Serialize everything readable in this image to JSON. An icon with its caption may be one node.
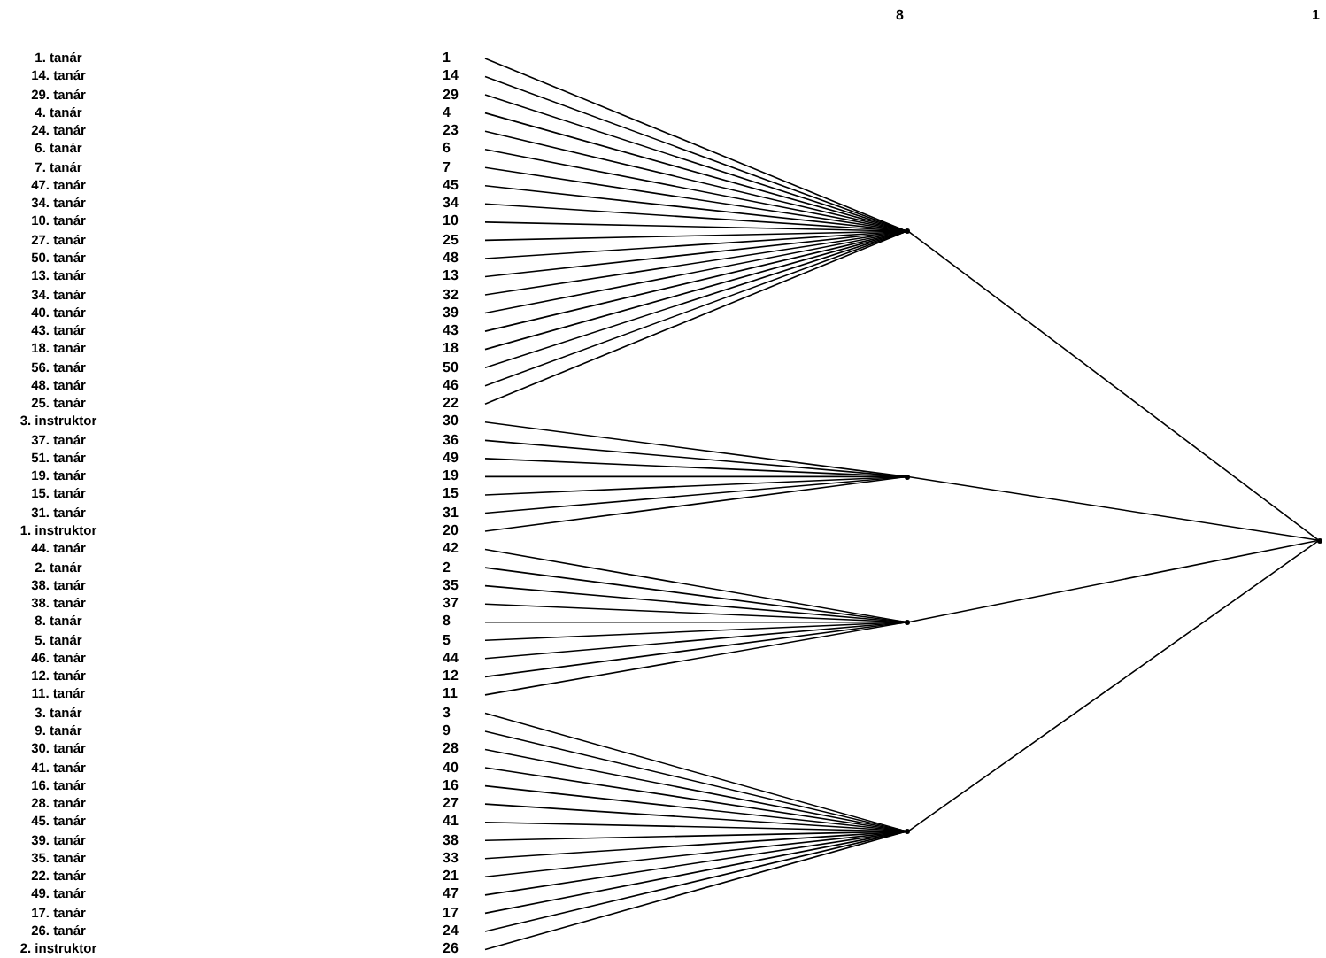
{
  "diagram": {
    "nodes": [
      {
        "text": [
          "1"
        ]
      },
      {
        "text": [
          "14"
        ]
      },
      {
        "text": [
          "29"
        ]
      },
      {
        "text": [
          "4"
        ]
      },
      {
        "text": [
          "23"
        ]
      },
      {
        "text": [
          "6"
        ]
      },
      {
        "text": [
          "7"
        ]
      },
      {
        "text": [
          "45"
        ]
      },
      {
        "text": [
          "34"
        ]
      },
      {
        "text": [
          "10"
        ]
      },
      {
        "text": [
          "25"
        ]
      },
      {
        "text": [
          "48"
        ]
      },
      {
        "text": [
          "13"
        ]
      },
      {
        "text": [
          "32"
        ]
      },
      {
        "text": [
          "39"
        ]
      },
      {
        "text": [
          "43"
        ]
      },
      {
        "text": [
          "18"
        ]
      },
      {
        "text": [
          "50"
        ]
      },
      {
        "text": [
          "46"
        ]
      },
      {
        "text": [
          "22"
        ]
      },
      {
        "text": [
          "30"
        ]
      },
      {
        "text": [
          "36"
        ]
      },
      {
        "text": [
          "49"
        ]
      },
      {
        "text": [
          "19"
        ]
      },
      {
        "text": [
          "15"
        ]
      },
      {
        "text": [
          "31"
        ]
      },
      {
        "text": [
          "20"
        ]
      },
      {
        "text": [
          "42"
        ]
      },
      {
        "text": [
          "2"
        ]
      },
      {
        "text": [
          "35"
        ]
      },
      {
        "text": [
          "37"
        ]
      },
      {
        "text": [
          "8"
        ]
      },
      {
        "text": [
          "5"
        ]
      },
      {
        "text": [
          "44"
        ]
      },
      {
        "text": [
          "12"
        ]
      },
      {
        "text": [
          "11"
        ]
      },
      {
        "text": [
          "3"
        ]
      },
      {
        "text": [
          "9"
        ]
      },
      {
        "text": [
          "28"
        ]
      },
      {
        "text": [
          "40"
        ]
      },
      {
        "text": [
          "16"
        ]
      },
      {
        "text": [
          "27"
        ]
      },
      {
        "text": [
          "41"
        ]
      },
      {
        "text": [
          "38"
        ]
      },
      {
        "text": [
          "33"
        ]
      },
      {
        "text": [
          "21"
        ]
      },
      {
        "text": [
          "47"
        ]
      },
      {
        "text": [
          "17"
        ]
      },
      {
        "text": [
          "24"
        ]
      },
      {
        "text": [
          "26"
        ]
      },
      {
        "text": [],
        "shape": "dot"
      },
      {
        "text": [],
        "shape": "dot"
      },
      {
        "text": [],
        "shape": "dot"
      },
      {
        "text": [],
        "shape": "dot"
      },
      {
        "text": [],
        "shape": "dot"
      }
    ],
    "edges": [
      {
        "from": 0,
        "to": 50,
        "arrow": "none"
      },
      {
        "from": 1,
        "to": 50,
        "arrow": "none"
      },
      {
        "from": 2,
        "to": 50,
        "arrow": "none"
      },
      {
        "from": 3,
        "to": 50,
        "arrow": "none"
      },
      {
        "from": 4,
        "to": 50,
        "arrow": "none"
      },
      {
        "from": 5,
        "to": 50,
        "arrow": "none"
      },
      {
        "from": 6,
        "to": 50,
        "arrow": "none"
      },
      {
        "from": 7,
        "to": 50,
        "arrow": "none"
      },
      {
        "from": 8,
        "to": 50,
        "arrow": "none"
      },
      {
        "from": 9,
        "to": 50,
        "arrow": "none"
      },
      {
        "from": 10,
        "to": 50,
        "arrow": "none"
      },
      {
        "from": 11,
        "to": 50,
        "arrow": "none"
      },
      {
        "from": 12,
        "to": 50,
        "arrow": "none"
      },
      {
        "from": 13,
        "to": 50,
        "arrow": "none"
      },
      {
        "from": 14,
        "to": 50,
        "arrow": "none"
      },
      {
        "from": 15,
        "to": 50,
        "arrow": "none"
      },
      {
        "from": 16,
        "to": 50,
        "arrow": "none"
      },
      {
        "from": 17,
        "to": 50,
        "arrow": "none"
      },
      {
        "from": 18,
        "to": 50,
        "arrow": "none"
      },
      {
        "from": 19,
        "to": 50,
        "arrow": "none"
      },
      {
        "from": 20,
        "to": 51,
        "arrow": "none"
      },
      {
        "from": 21,
        "to": 51,
        "arrow": "none"
      },
      {
        "from": 22,
        "to": 51,
        "arrow": "none"
      },
      {
        "from": 23,
        "to": 51,
        "arrow": "none"
      },
      {
        "from": 24,
        "to": 51,
        "arrow": "none"
      },
      {
        "from": 25,
        "to": 51,
        "arrow": "none"
      },
      {
        "from": 26,
        "to": 51,
        "arrow": "none"
      },
      {
        "from": 27,
        "to": 52,
        "arrow": "none"
      },
      {
        "from": 28,
        "to": 52,
        "arrow": "none"
      },
      {
        "from": 29,
        "to": 52,
        "arrow": "none"
      },
      {
        "from": 30,
        "to": 52,
        "arrow": "none"
      },
      {
        "from": 31,
        "to": 52,
        "arrow": "none"
      },
      {
        "from": 32,
        "to": 52,
        "arrow": "none"
      },
      {
        "from": 33,
        "to": 52,
        "arrow": "none"
      },
      {
        "from": 34,
        "to": 52,
        "arrow": "none"
      },
      {
        "from": 35,
        "to": 52,
        "arrow": "none"
      },
      {
        "from": 36,
        "to": 53,
        "arrow": "none"
      },
      {
        "from": 37,
        "to": 53,
        "arrow": "none"
      },
      {
        "from": 38,
        "to": 53,
        "arrow": "none"
      },
      {
        "from": 39,
        "to": 53,
        "arrow": "none"
      },
      {
        "from": 40,
        "to": 53,
        "arrow": "none"
      },
      {
        "from": 41,
        "to": 53,
        "arrow": "none"
      },
      {
        "from": 42,
        "to": 53,
        "arrow": "none"
      },
      {
        "from": 43,
        "to": 53,
        "arrow": "none"
      },
      {
        "from": 44,
        "to": 53,
        "arrow": "none"
      },
      {
        "from": 45,
        "to": 53,
        "arrow": "none"
      },
      {
        "from": 46,
        "to": 53,
        "arrow": "none"
      },
      {
        "from": 47,
        "to": 53,
        "arrow": "none"
      },
      {
        "from": 48,
        "to": 53,
        "arrow": "none"
      },
      {
        "from": 49,
        "to": 53,
        "arrow": "none"
      },
      {
        "from": 50,
        "to": 54,
        "arrow": "none"
      },
      {
        "from": 51,
        "to": 54,
        "arrow": "none"
      },
      {
        "from": 52,
        "to": 54,
        "arrow": "none"
      },
      {
        "from": 53,
        "to": 54,
        "arrow": "none"
      }
    ],
    "labels": [
      "8",
      "1",
      "1. tanár",
      "14. tanár",
      "29. tanár",
      "4. tanár",
      "24. tanár",
      "6. tanár",
      "7. tanár",
      "47. tanár",
      "34. tanár",
      "10. tanár",
      "27. tanár",
      "50. tanár",
      "13. tanár",
      "34. tanár",
      "40. tanár",
      "43. tanár",
      "18. tanár",
      "56. tanár",
      "48. tanár",
      "25. tanár",
      "3. instruktor",
      "37. tanár",
      "51. tanár",
      "19. tanár",
      "15. tanár",
      "31. tanár",
      "1. instruktor",
      "44. tanár",
      "2. tanár",
      "38. tanár",
      "38. tanár",
      "8. tanár",
      "5. tanár",
      "46. tanár",
      "12. tanár",
      "11. tanár",
      "3. tanár",
      "9. tanár",
      "30. tanár",
      "41. tanár",
      "16. tanár",
      "28. tanár",
      "45. tanár",
      "39. tanár",
      "35. tanár",
      "22. tanár",
      "49. tanár",
      "17. tanár",
      "26. tanár",
      "2. instruktor"
    ]
  }
}
